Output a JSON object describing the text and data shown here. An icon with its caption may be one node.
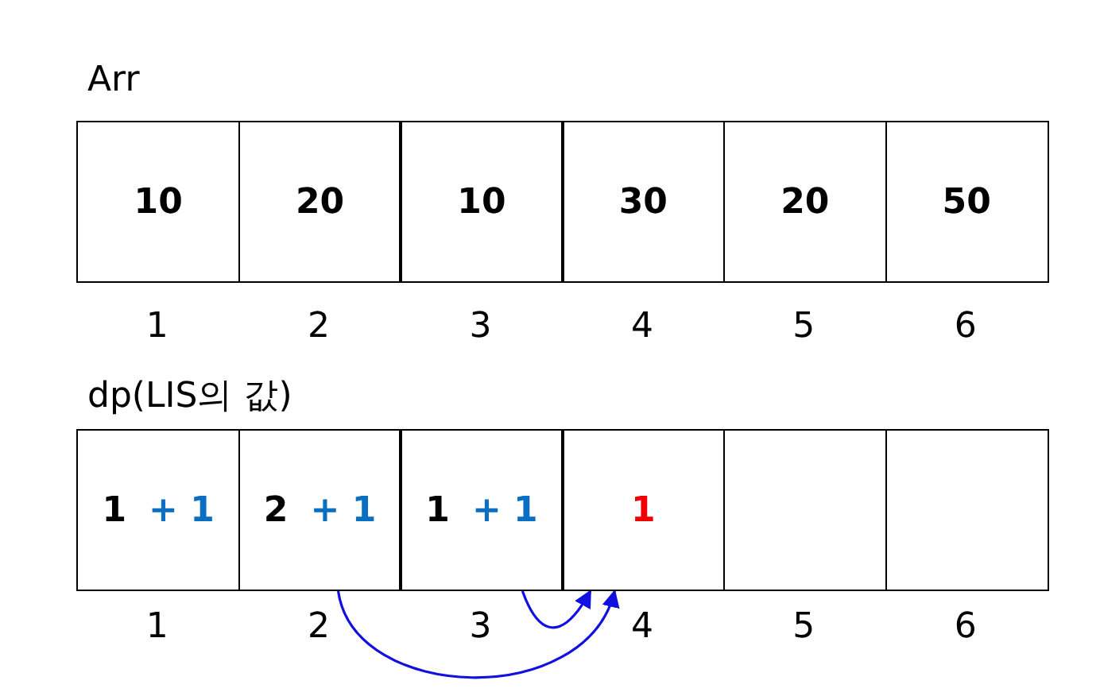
{
  "diagram": {
    "nodes": [
      {
        "text": [
          "10"
        ]
      },
      {
        "text": [
          "20"
        ]
      },
      {
        "text": [
          "10"
        ]
      },
      {
        "text": [
          "30"
        ]
      },
      {
        "text": [
          "20"
        ]
      },
      {
        "text": [
          "50"
        ]
      },
      {
        "text": [
          "1",
          "+ 1"
        ]
      },
      {
        "text": [
          "2",
          "+ 1"
        ]
      },
      {
        "text": [
          "1",
          "+ 1"
        ]
      },
      {
        "text": [
          "1"
        ]
      },
      {
        "text": [],
        "shape": "box"
      },
      {
        "text": [],
        "shape": "box"
      }
    ],
    "edges": [
      {
        "from": 7,
        "to": 9,
        "arrow": "to"
      },
      {
        "from": 8,
        "to": 9,
        "arrow": "to"
      }
    ],
    "labels": [
      "Arr",
      "1",
      "2",
      "3",
      "4",
      "5",
      "6",
      "dp(LIS의 값)",
      "1",
      "2",
      "3",
      "4",
      "5",
      "6"
    ]
  }
}
